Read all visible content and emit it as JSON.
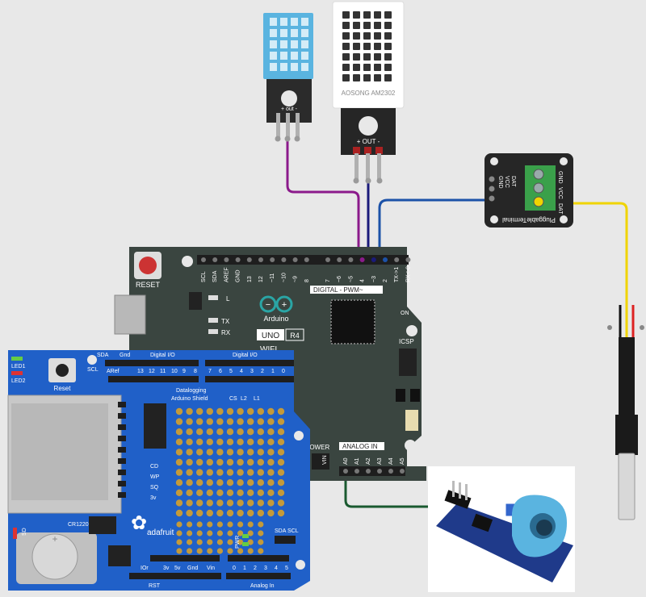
{
  "dht11": {
    "pins_label": "+ out -"
  },
  "am2302": {
    "brand": "AOSONG AM2302",
    "pins_label": "+  OUT  -"
  },
  "ds18b20_terminal": {
    "pin_gnd": "GND",
    "pin_vcc": "VCC",
    "pin_dat": "DAT",
    "screw_gnd": "GND",
    "screw_vcc": "VCC",
    "screw_dat": "DAT",
    "brand": "PluggableTerminal"
  },
  "arduino": {
    "reset_label": "RESET",
    "top_pins": [
      "SCL",
      "SDA",
      "AREF",
      "GND",
      "13",
      "12",
      "~11",
      "~10",
      "~9",
      "8",
      "7",
      "~6",
      "~5",
      "4",
      "~3",
      "2",
      "TX->1",
      "RX<-0"
    ],
    "digital_label": "DIGITAL - PWM~",
    "l_label": "L",
    "tx_label": "TX",
    "rx_label": "RX",
    "logo_text": "Arduino",
    "model_label": "UNO",
    "rev_label": "R4",
    "wifi_label": "WIFI",
    "on_label": "ON",
    "icsp_label": "ICSP",
    "power_label": "POWER",
    "analog_label": "ANALOG IN",
    "vin_label": "VIN",
    "analog_pins": [
      "A0",
      "A1",
      "A2",
      "A3",
      "A4",
      "A5"
    ]
  },
  "shield": {
    "sda": "SDA",
    "gnd": "Gnd",
    "digital_io_1": "Digital I/O",
    "scl": "SCL",
    "aref": "ARef",
    "top_left_nums": [
      "13",
      "12",
      "11",
      "10",
      "9",
      "8"
    ],
    "digital_io_2": "Digital I/O",
    "top_right_nums": [
      "7",
      "6",
      "5",
      "4",
      "3",
      "2",
      "1",
      "0"
    ],
    "reset": "Reset",
    "led1": "LED1",
    "led2": "LED2",
    "datalogging": "Datalogging",
    "arduino_shield": "Arduino Shield",
    "cs": "CS",
    "l2": "L2",
    "l1": "L1",
    "cd": "CD",
    "wp": "WP",
    "sq": "SQ",
    "v3": "3v",
    "cr1220": "CR1220",
    "sd": "SD",
    "adafruit": "adafruit",
    "pwr": "PWR",
    "sda2": "SDA",
    "scl2": "SCL",
    "ior": "IOr",
    "v3b": "3v",
    "v5": "5v",
    "gnd2": "Gnd",
    "vin": "Vin",
    "bottom_nums": [
      "0",
      "1",
      "2",
      "3",
      "4",
      "5"
    ],
    "rst": "RST",
    "analog_in": "Analog In"
  },
  "colors": {
    "wire_purple": "#8b1a8b",
    "wire_navy": "#1a1a7a",
    "wire_blue": "#1c52a8",
    "wire_yellow": "#f0d400",
    "wire_green": "#1a5a30",
    "arduino_board": "#3a4540",
    "shield_board": "#2060c8",
    "sensor_blue": "#5ab4e0"
  }
}
